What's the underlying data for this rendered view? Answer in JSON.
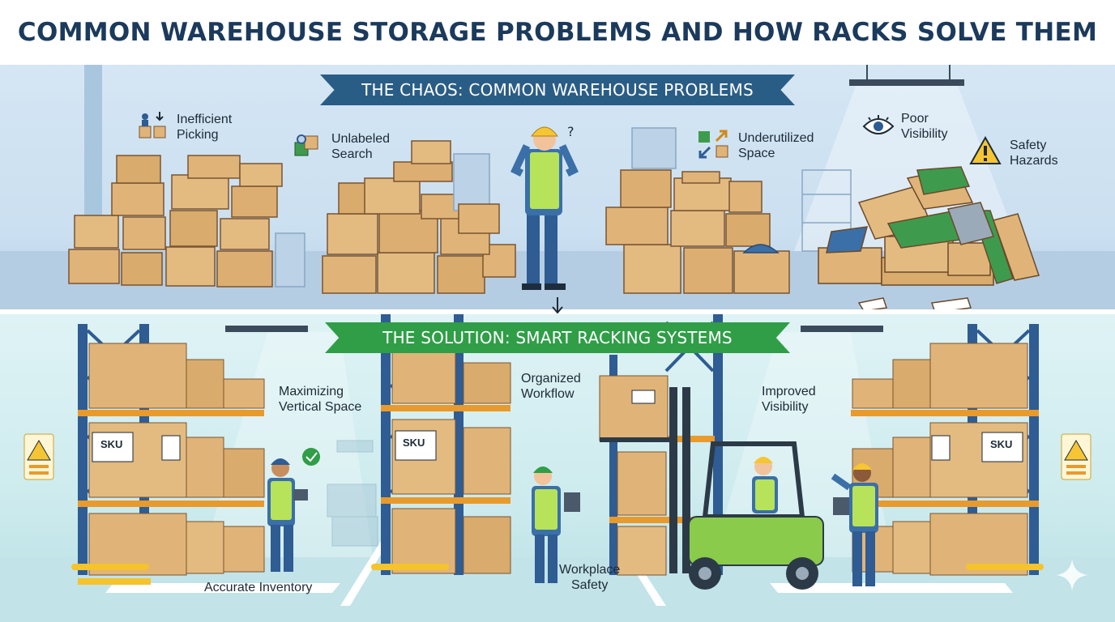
{
  "title": "COMMON WAREHOUSE STORAGE PROBLEMS AND HOW RACKS SOLVE THEM",
  "problems": {
    "banner": "THE CHAOS: COMMON WAREHOUSE PROBLEMS",
    "items": [
      {
        "line1": "Inefficient",
        "line2": "Picking",
        "icon": "person-desk-icon"
      },
      {
        "line1": "Unlabeled",
        "line2": "Search",
        "icon": "boxes-search-icon"
      },
      {
        "line1": "Underutilized",
        "line2": "Space",
        "icon": "resize-arrows-icon"
      },
      {
        "line1": "Poor",
        "line2": "Visibility",
        "icon": "eye-icon"
      },
      {
        "line1": "Safety",
        "line2": "Hazards",
        "icon": "warning-icon"
      }
    ]
  },
  "solutions": {
    "banner": "THE SOLUTION: SMART RACKING SYSTEMS",
    "items": [
      {
        "line1": "Maximizing",
        "line2": "Vertical Space"
      },
      {
        "line1": "Organized",
        "line2": "Workflow"
      },
      {
        "line1": "Improved",
        "line2": "Visibility"
      },
      {
        "line1": "Accurate Inventory",
        "line2": ""
      },
      {
        "line1": "Workplace",
        "line2": "Safety"
      }
    ],
    "sku_label": "SKU"
  },
  "colors": {
    "title": "#1b3a5c",
    "banner_blue": "#2a5d86",
    "banner_green": "#2f9e47",
    "rack_blue": "#2e5c93",
    "box": "#e2b97a",
    "vest": "#b6e35a",
    "forklift": "#8acb4b",
    "warning": "#f6c533"
  }
}
